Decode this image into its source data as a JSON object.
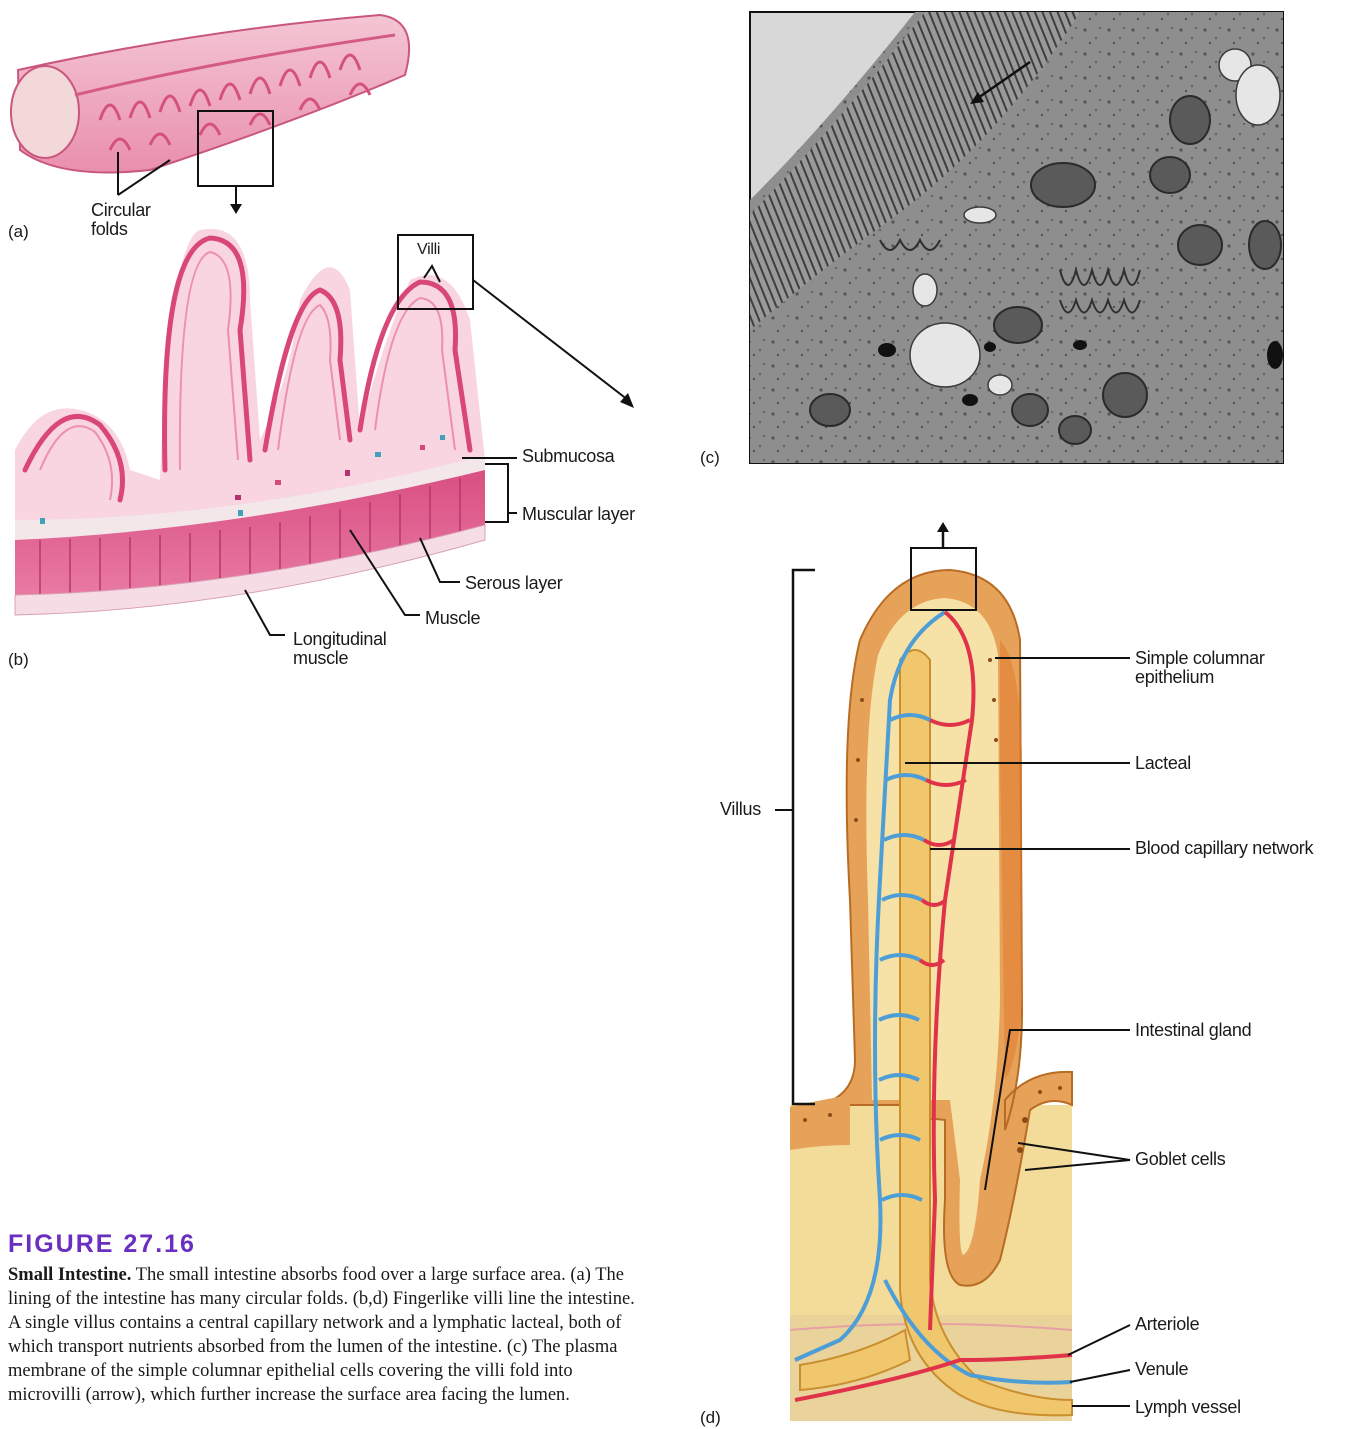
{
  "panels": {
    "a": "(a)",
    "b": "(b)",
    "c": "(c)",
    "d": "(d)"
  },
  "labels_a": {
    "circular_folds_1": "Circular",
    "circular_folds_2": "folds"
  },
  "labels_b": {
    "villi": "Villi",
    "submucosa": "Submucosa",
    "muscular_layer": "Muscular layer",
    "serous_layer": "Serous layer",
    "muscle": "Muscle",
    "longitudinal_1": "Longitudinal",
    "longitudinal_2": "muscle"
  },
  "labels_d": {
    "villus": "Villus",
    "simple_columnar_1": "Simple columnar",
    "simple_columnar_2": "epithelium",
    "lacteal": "Lacteal",
    "blood_capillary": "Blood capillary network",
    "intestinal_gland": "Intestinal gland",
    "goblet_cells": "Goblet cells",
    "arteriole": "Arteriole",
    "venule": "Venule",
    "lymph_vessel": "Lymph vessel"
  },
  "figure": {
    "title": "FIGURE 27.16",
    "caption_head": "Small Intestine.",
    "caption_body": "The small intestine absorbs food over a large surface area. (a) The lining of the intestine has many circular folds. (b,d) Fingerlike villi line the intestine. A single villus contains a central capillary network and a lymphatic lacteal, both of which transport nutrients absorbed from the lumen of the intestine. (c) The plasma membrane of the simple columnar epithelial cells covering the villi fold into microvilli (arrow), which further increase the surface area facing the lumen."
  },
  "colors": {
    "tissue_pink": "#e9799f",
    "tissue_light": "#f6c6d5",
    "villus_orange": "#e7a25a",
    "villus_yellow": "#f3dc9a",
    "capillary_blue": "#4d9ed6",
    "capillary_red": "#e0334a",
    "micrograph_gray": "#8c8c8c",
    "title_purple": "#6a2fc0"
  }
}
